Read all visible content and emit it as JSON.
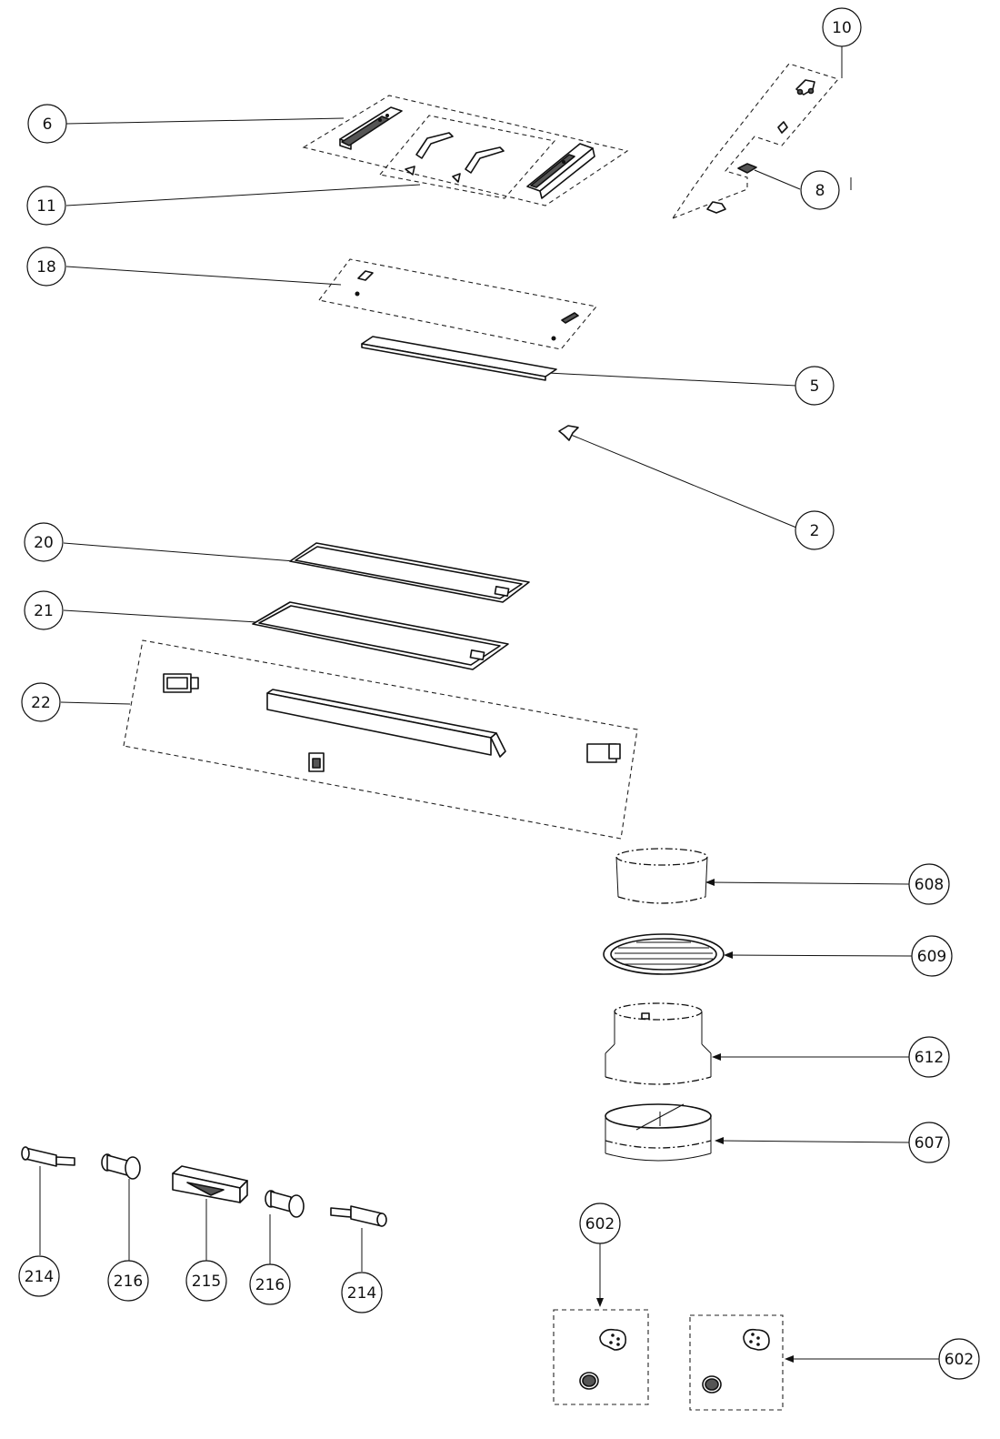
{
  "callouts": [
    {
      "id": "c10",
      "label": "10"
    },
    {
      "id": "c6",
      "label": "6"
    },
    {
      "id": "c11",
      "label": "11"
    },
    {
      "id": "c8",
      "label": "8"
    },
    {
      "id": "c18",
      "label": "18"
    },
    {
      "id": "c5",
      "label": "5"
    },
    {
      "id": "c2",
      "label": "2"
    },
    {
      "id": "c20",
      "label": "20"
    },
    {
      "id": "c21",
      "label": "21"
    },
    {
      "id": "c22",
      "label": "22"
    },
    {
      "id": "c608",
      "label": "608"
    },
    {
      "id": "c609",
      "label": "609"
    },
    {
      "id": "c612",
      "label": "612"
    },
    {
      "id": "c607",
      "label": "607"
    },
    {
      "id": "c602a",
      "label": "602"
    },
    {
      "id": "c602b",
      "label": "602"
    },
    {
      "id": "c214a",
      "label": "214"
    },
    {
      "id": "c216a",
      "label": "216"
    },
    {
      "id": "c215",
      "label": "215"
    },
    {
      "id": "c216b",
      "label": "216"
    },
    {
      "id": "c214b",
      "label": "214"
    }
  ]
}
